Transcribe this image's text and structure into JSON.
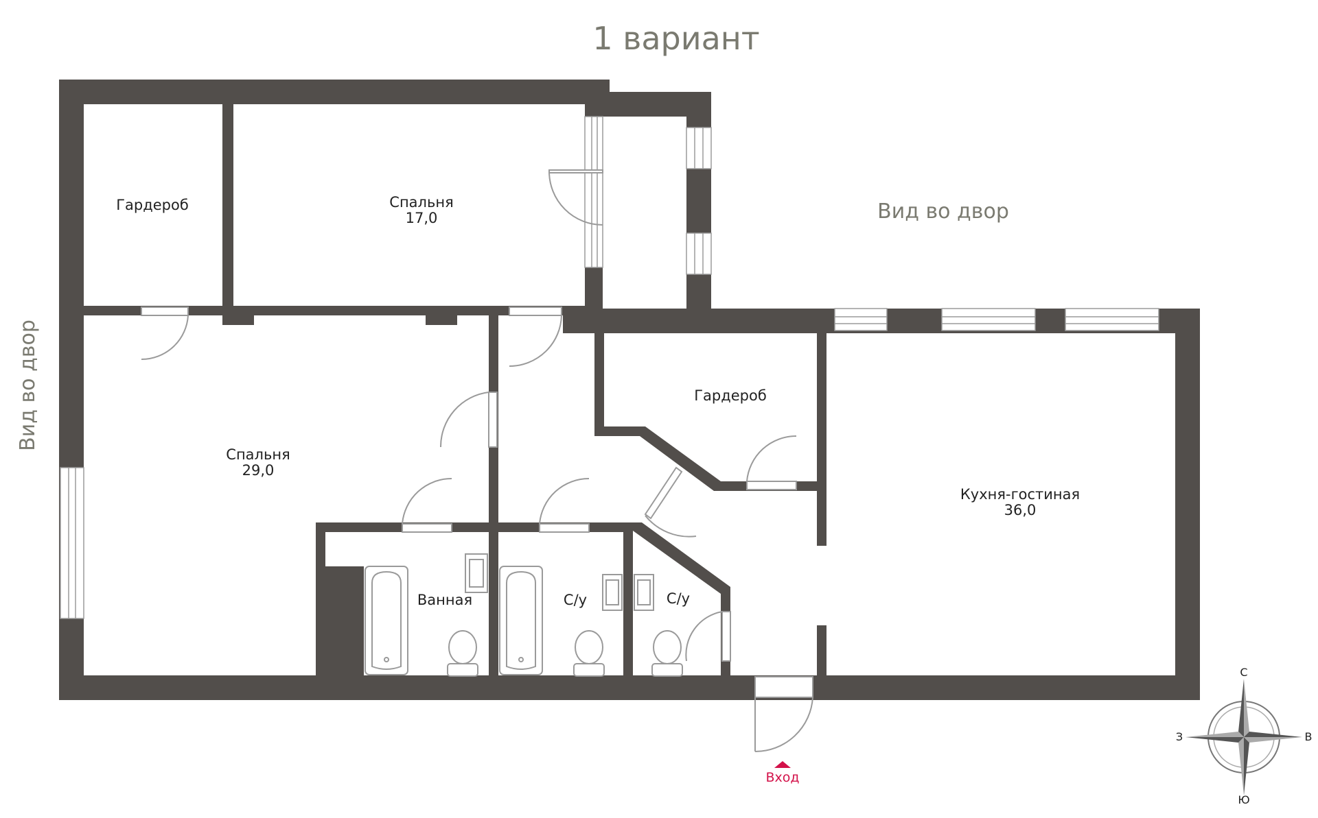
{
  "plan": {
    "title": "1 вариант",
    "view_right": "Вид во двор",
    "view_left": "Вид во двор",
    "entrance": "Вход"
  },
  "rooms": {
    "wardrobe_top": "Гардероб",
    "bedroom1_name": "Спальня",
    "bedroom1_area": "17,0",
    "bedroom2_name": "Спальня",
    "bedroom2_area": "29,0",
    "wardrobe_mid": "Гардероб",
    "kitchen_name": "Кухня-гостиная",
    "kitchen_area": "36,0",
    "bathroom": "Ванная",
    "wc1": "С/у",
    "wc2": "С/у"
  },
  "compass": {
    "north": "С",
    "south": "Ю",
    "east": "В",
    "west": "З"
  },
  "colors": {
    "wall": "#524e4b",
    "label": "#7a7a70",
    "entrance": "#d3124a"
  }
}
